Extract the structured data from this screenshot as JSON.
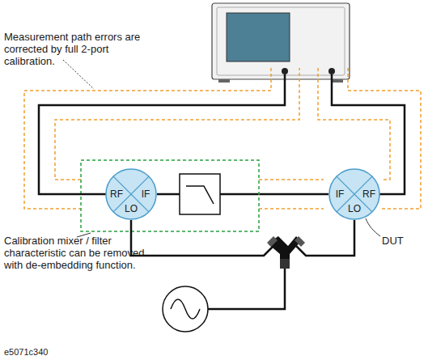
{
  "diagram": {
    "nodes": [
      {
        "text": [
          "RF",
          "IF",
          "LO"
        ]
      },
      {
        "text": [
          "IF",
          "RF",
          "LO"
        ]
      }
    ],
    "edges": [
      {
        "from": 0,
        "to": 1,
        "arrow": "none"
      }
    ],
    "labels": [
      "Measurement path errors are corrected by full 2-port calibration.",
      "Calibration mixer / filter characteristic can be removed with de-embedding function.",
      "DUT",
      "e5071c340"
    ]
  }
}
